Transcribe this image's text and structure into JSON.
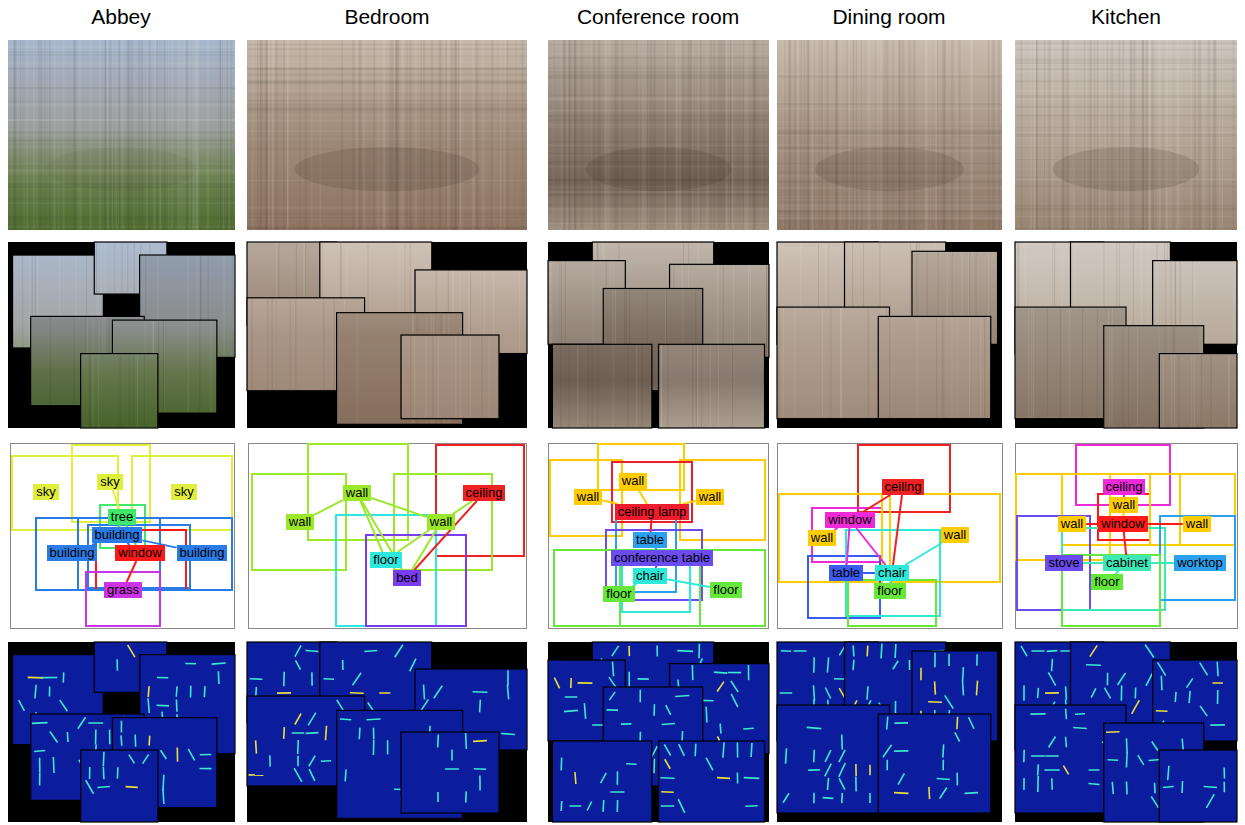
{
  "diagram": {
    "nodes": [
      {
        "text": [
          "sky"
        ]
      },
      {
        "text": [
          "sky"
        ]
      },
      {
        "text": [
          "sky"
        ]
      },
      {
        "text": [
          "tree"
        ]
      },
      {
        "text": [
          "building"
        ]
      },
      {
        "text": [
          "building"
        ]
      },
      {
        "text": [
          "window"
        ]
      },
      {
        "text": [
          "building"
        ]
      },
      {
        "text": [
          "grass"
        ]
      },
      {
        "text": [
          "wall"
        ]
      },
      {
        "text": [
          "ceiling"
        ]
      },
      {
        "text": [
          "wall"
        ]
      },
      {
        "text": [
          "wall"
        ]
      },
      {
        "text": [
          "floor"
        ]
      },
      {
        "text": [
          "bed"
        ]
      },
      {
        "text": [
          "wall"
        ]
      },
      {
        "text": [
          "wall"
        ]
      },
      {
        "text": [
          "wall"
        ]
      },
      {
        "text": [
          "ceiling lamp"
        ]
      },
      {
        "text": [
          "table"
        ]
      },
      {
        "text": [
          "conference table"
        ]
      },
      {
        "text": [
          "chair"
        ]
      },
      {
        "text": [
          "floor"
        ]
      },
      {
        "text": [
          "floor"
        ]
      },
      {
        "text": [
          "ceiling"
        ]
      },
      {
        "text": [
          "window"
        ]
      },
      {
        "text": [
          "wall"
        ]
      },
      {
        "text": [
          "wall"
        ]
      },
      {
        "text": [
          "table"
        ]
      },
      {
        "text": [
          "chair"
        ]
      },
      {
        "text": [
          "floor"
        ]
      },
      {
        "text": [
          "ceiling"
        ]
      },
      {
        "text": [
          "wall"
        ]
      },
      {
        "text": [
          "wall"
        ]
      },
      {
        "text": [
          "window"
        ]
      },
      {
        "text": [
          "wall"
        ]
      },
      {
        "text": [
          "stove"
        ]
      },
      {
        "text": [
          "cabinet"
        ]
      },
      {
        "text": [
          "worktop"
        ]
      },
      {
        "text": [
          "floor"
        ]
      }
    ],
    "edges": [
      {
        "from": 1,
        "to": 3,
        "arrow": "none"
      },
      {
        "from": 3,
        "to": 4,
        "arrow": "none"
      },
      {
        "from": 3,
        "to": 6,
        "arrow": "none"
      },
      {
        "from": 4,
        "to": 5,
        "arrow": "none"
      },
      {
        "from": 4,
        "to": 7,
        "arrow": "none"
      },
      {
        "from": 4,
        "to": 6,
        "arrow": "none"
      },
      {
        "from": 6,
        "to": 8,
        "arrow": "none"
      },
      {
        "from": 9,
        "to": 11,
        "arrow": "none"
      },
      {
        "from": 9,
        "to": 12,
        "arrow": "none"
      },
      {
        "from": 9,
        "to": 13,
        "arrow": "none"
      },
      {
        "from": 9,
        "to": 14,
        "arrow": "none"
      },
      {
        "from": 12,
        "to": 10,
        "arrow": "none"
      },
      {
        "from": 12,
        "to": 13,
        "arrow": "none"
      },
      {
        "from": 12,
        "to": 14,
        "arrow": "none"
      },
      {
        "from": 10,
        "to": 14,
        "arrow": "none"
      },
      {
        "from": 15,
        "to": 18,
        "arrow": "none"
      },
      {
        "from": 16,
        "to": 18,
        "arrow": "none"
      },
      {
        "from": 17,
        "to": 18,
        "arrow": "none"
      },
      {
        "from": 18,
        "to": 19,
        "arrow": "none"
      },
      {
        "from": 19,
        "to": 20,
        "arrow": "none"
      },
      {
        "from": 20,
        "to": 21,
        "arrow": "none"
      },
      {
        "from": 21,
        "to": 22,
        "arrow": "none"
      },
      {
        "from": 21,
        "to": 23,
        "arrow": "none"
      },
      {
        "from": 24,
        "to": 25,
        "arrow": "none"
      },
      {
        "from": 24,
        "to": 29,
        "arrow": "none"
      },
      {
        "from": 25,
        "to": 26,
        "arrow": "none"
      },
      {
        "from": 25,
        "to": 28,
        "arrow": "none"
      },
      {
        "from": 25,
        "to": 29,
        "arrow": "none"
      },
      {
        "from": 28,
        "to": 29,
        "arrow": "none"
      },
      {
        "from": 29,
        "to": 27,
        "arrow": "none"
      },
      {
        "from": 29,
        "to": 30,
        "arrow": "none"
      },
      {
        "from": 31,
        "to": 32,
        "arrow": "none"
      },
      {
        "from": 32,
        "to": 34,
        "arrow": "none"
      },
      {
        "from": 34,
        "to": 33,
        "arrow": "none"
      },
      {
        "from": 34,
        "to": 35,
        "arrow": "none"
      },
      {
        "from": 34,
        "to": 37,
        "arrow": "none"
      },
      {
        "from": 37,
        "to": 36,
        "arrow": "none"
      },
      {
        "from": 37,
        "to": 38,
        "arrow": "none"
      },
      {
        "from": 37,
        "to": 39,
        "arrow": "none"
      }
    ],
    "labels": [
      "Abbey",
      "Bedroom",
      "Conference room",
      "Dining room",
      "Kitchen"
    ]
  }
}
